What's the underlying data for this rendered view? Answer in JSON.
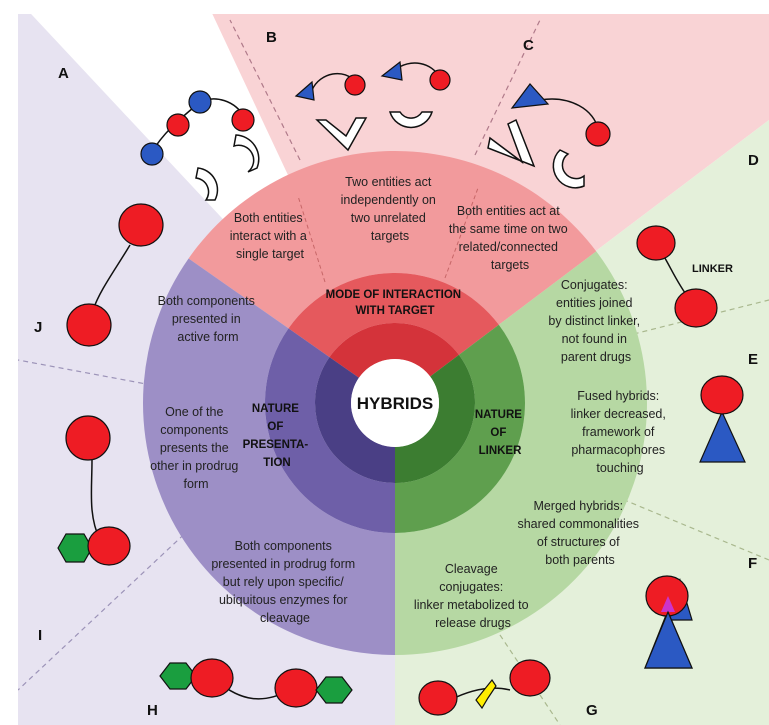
{
  "corner_letters": [
    "A",
    "B",
    "C",
    "D",
    "E",
    "F",
    "G",
    "H",
    "I",
    "J"
  ],
  "hub": "HYBRIDS",
  "mode": {
    "title": [
      "MODE OF INTERACTION",
      "WITH TARGET"
    ],
    "items": [
      [
        "Both entities",
        "interact with a",
        "single target"
      ],
      [
        "Two entities act",
        "independently on",
        "two unrelated",
        "targets"
      ],
      [
        "Both entities act at",
        "the same time on two",
        "related/connected",
        "targets"
      ]
    ]
  },
  "linker": {
    "title": [
      "NATURE",
      "OF",
      "LINKER"
    ],
    "items": [
      [
        "Conjugates:",
        "entities joined",
        "by distinct linker,",
        "not found in",
        "parent drugs"
      ],
      [
        "Fused hybrids:",
        "linker decreased,",
        "framework of",
        "pharmacophores",
        "touching"
      ],
      [
        "Merged hybrids:",
        "shared commonalities",
        "of structures of",
        "both parents"
      ],
      [
        "Cleavage",
        "conjugates:",
        "linker metabolized to",
        "release drugs"
      ]
    ],
    "diagram_label": "LINKER"
  },
  "presentation": {
    "title": [
      "NATURE",
      "OF",
      "PRESENTA-",
      "TION"
    ],
    "items": [
      [
        "Both components",
        "presented in",
        "active form"
      ],
      [
        "One of the",
        "components",
        "presents the",
        "other in prodrug",
        "form"
      ],
      [
        "Both components",
        "presented in prodrug form",
        "but rely upon specific/",
        "ubiquitous enzymes for",
        "cleavage"
      ]
    ]
  },
  "colors": {
    "mode_bg": "#f9d3d5",
    "mode_outer": "#f29a9c",
    "mode_inner": "#e5595d",
    "mode_core": "#d4333a",
    "pres_bg": "#e7e3f1",
    "pres_outer": "#9d8fc6",
    "pres_inner": "#6e5fa8",
    "pres_core": "#4a3f85",
    "link_bg": "#e4f0da",
    "link_outer": "#b6d8a3",
    "link_inner": "#5f9f4e",
    "link_core": "#3c7d31",
    "red": "#ee1c24",
    "blue": "#2b59c3",
    "green": "#1a9e3f",
    "yellow": "#ffee00"
  }
}
